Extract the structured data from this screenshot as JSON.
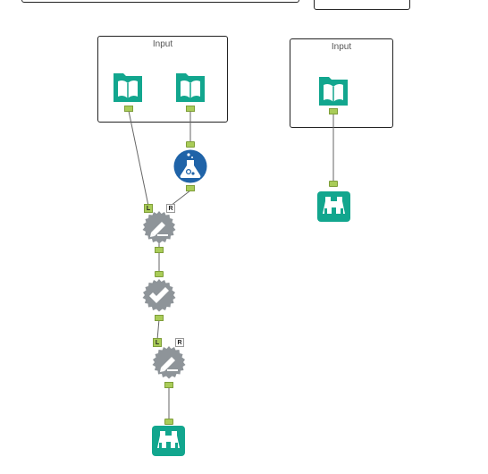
{
  "containers": [
    {
      "title": ""
    },
    {
      "title": ""
    },
    {
      "title": "Input"
    },
    {
      "title": "Input"
    }
  ],
  "anchors": {
    "left": "L",
    "right": "R"
  },
  "colors": {
    "input_teal": "#12a68e",
    "formula_blue": "#1f63a8",
    "gear_gray": "#8e9499",
    "browse_teal": "#12a68e",
    "anchor_green": "#a9cc58",
    "wire": "#666666"
  },
  "tools": [
    {
      "name": "input-data-tool-1",
      "icon": "book-icon"
    },
    {
      "name": "input-data-tool-2",
      "icon": "book-icon"
    },
    {
      "name": "input-data-tool-3",
      "icon": "book-icon"
    },
    {
      "name": "formula-tool",
      "icon": "flask-icon"
    },
    {
      "name": "join-tool-1",
      "icon": "join-pen-icon"
    },
    {
      "name": "select-check-tool",
      "icon": "check-gear-icon"
    },
    {
      "name": "join-tool-2",
      "icon": "join-pen-icon"
    },
    {
      "name": "browse-tool-1",
      "icon": "binoculars-icon"
    },
    {
      "name": "browse-tool-2",
      "icon": "binoculars-icon"
    }
  ]
}
